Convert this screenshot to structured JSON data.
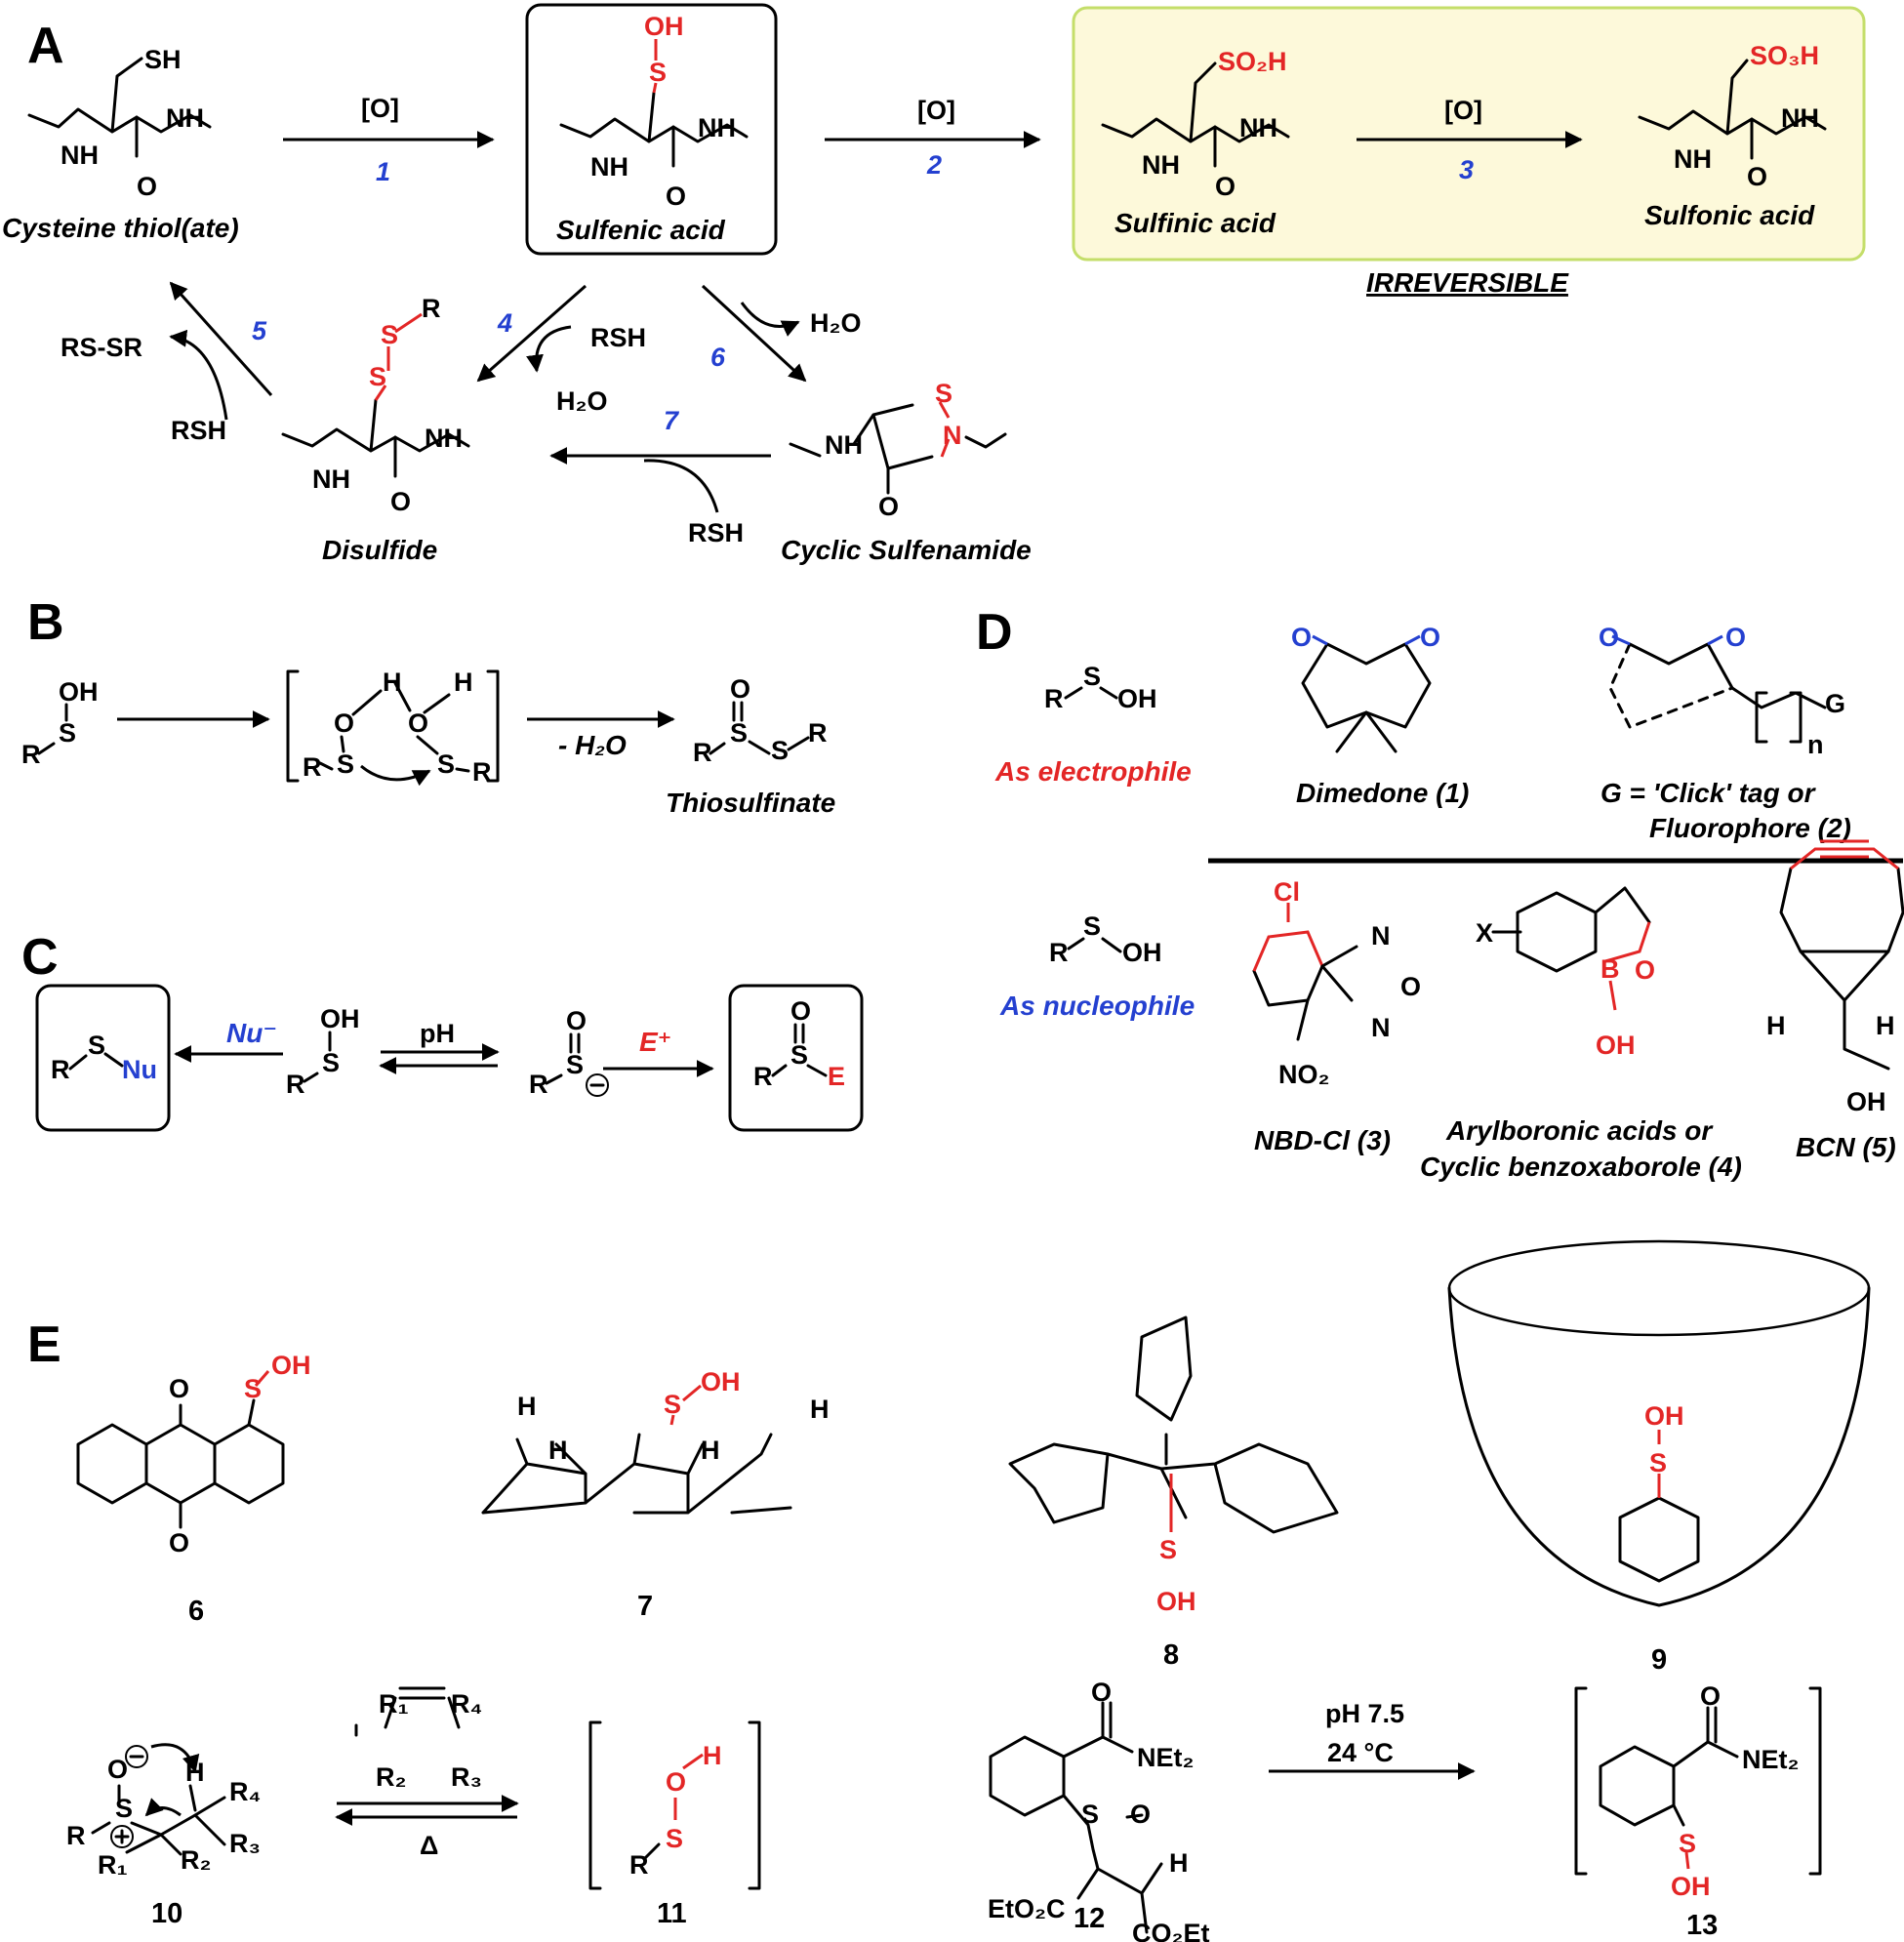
{
  "panels": [
    "A",
    "B",
    "C",
    "D",
    "E"
  ],
  "colors": {
    "red": "#e32626",
    "blue": "#2440d0",
    "box_yellow": "#fdf9da",
    "box_border": "#c4de6a"
  },
  "panel_a": {
    "labels": {
      "cysteine": "Cysteine thiol(ate)",
      "sulfenic": "Sulfenic acid",
      "sulfinic": "Sulfinic acid",
      "sulfonic": "Sulfonic acid",
      "irreversible": "IRREVERSIBLE",
      "disulfide": "Disulfide",
      "cyclic": "Cyclic Sulfenamide"
    },
    "atoms": {
      "sh": "SH",
      "oh": "OH",
      "s": "S",
      "so2h": "SO₂H",
      "so3h": "SO₃H",
      "nh": "NH",
      "h": "H",
      "n": "N",
      "o": "O",
      "r": "R"
    },
    "reagents": {
      "ox": "[O]",
      "rsh": "RSH",
      "water": "H₂O",
      "rssr": "RS-SR"
    },
    "steps": [
      "1",
      "2",
      "3",
      "4",
      "5",
      "6",
      "7"
    ]
  },
  "panel_b": {
    "minus_water": "- H₂O",
    "product": "Thiosulfinate"
  },
  "panel_c": {
    "nu": "Nu⁻",
    "e": "E⁺",
    "ph": "pH",
    "nu_short": "Nu",
    "e_short": "E"
  },
  "panel_d": {
    "electrophile": "As electrophile",
    "nucleophile": "As nucleophile",
    "dimedone": "Dimedone (1)",
    "click_1": "G = 'Click' tag or",
    "click_2": "Fluorophore (2)",
    "nbd": "NBD-Cl (3)",
    "boron_1": "Arylboronic acids or",
    "boron_2": "Cyclic benzoxaborole (4)",
    "bcn": "BCN (5)",
    "atoms": {
      "cl": "Cl",
      "no2": "NO₂",
      "b": "B",
      "x": "X",
      "g": "G",
      "n_sub": "n"
    }
  },
  "panel_e": {
    "compounds": [
      "6",
      "7",
      "8",
      "9",
      "10",
      "11",
      "12",
      "13"
    ],
    "conditions": {
      "ph": "pH 7.5",
      "temp": "24 °C",
      "heat": "Δ"
    },
    "groups": {
      "net2": "NEt₂",
      "eto2c": "EtO₂C",
      "co2et": "CO₂Et",
      "r1": "R₁",
      "r2": "R₂",
      "r3": "R₃",
      "r4": "R₄"
    }
  }
}
